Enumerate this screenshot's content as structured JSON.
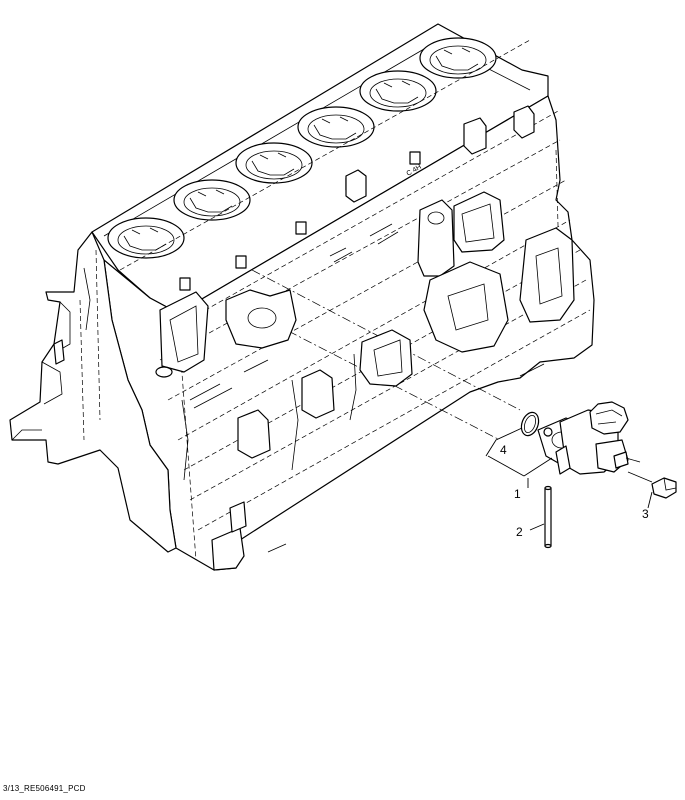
{
  "callouts": [
    {
      "id": "1",
      "label": "1"
    },
    {
      "id": "2",
      "label": "2"
    },
    {
      "id": "3",
      "label": "3"
    },
    {
      "id": "4",
      "label": "4"
    }
  ],
  "block_marking": "C 4H",
  "reference_code": "3/13_RE506491_PCD"
}
